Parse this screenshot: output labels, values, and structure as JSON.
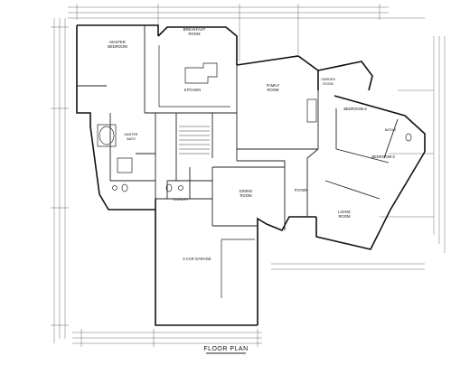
{
  "title": "FLOOR PLAN",
  "rooms": {
    "master_bedroom": [
      "MASTER",
      "BEDROOM"
    ],
    "breakfast_room": [
      "BREAKFAST",
      "ROOM"
    ],
    "kitchen": "KITCHEN",
    "family_room": [
      "FAMILY",
      "ROOM"
    ],
    "garden_room": [
      "GARDEN",
      "ROOM"
    ],
    "bedroom_2": "BEDROOM-2",
    "bath_2": "BATH-2",
    "bedroom_3": "BEDROOM-3",
    "master_bath": [
      "MASTER",
      "BATH"
    ],
    "dining_room": [
      "DINING",
      "ROOM"
    ],
    "foyer": "FOYER",
    "living_room": [
      "LIVING",
      "ROOM"
    ],
    "laundry": "LAUNDRY",
    "garage": "3 CAR GARAGE"
  }
}
